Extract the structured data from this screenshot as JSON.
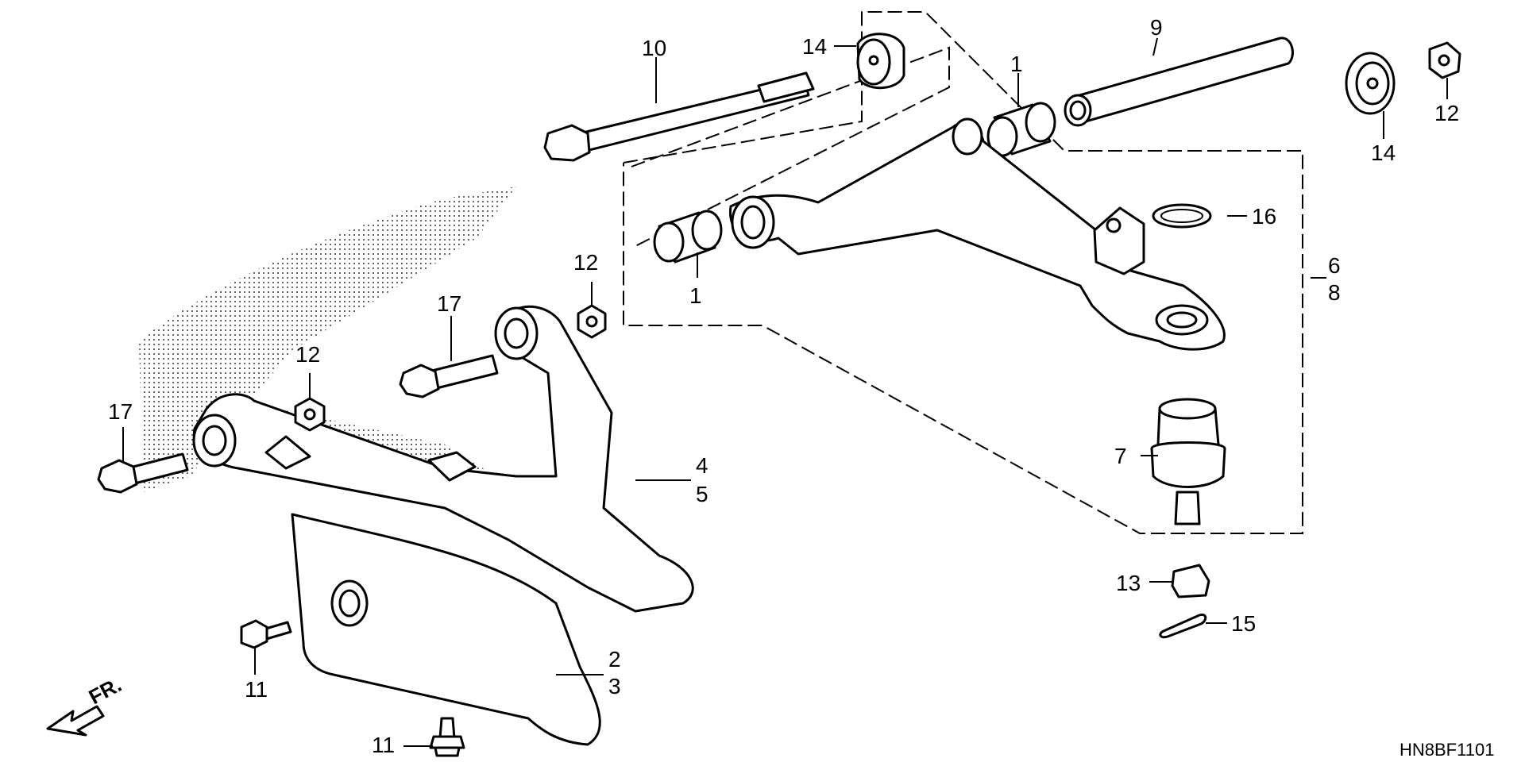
{
  "callouts": {
    "c1a": "1",
    "c1b": "1",
    "c2": "2",
    "c3": "3",
    "c4": "4",
    "c5": "5",
    "c6": "6",
    "c7": "7",
    "c8": "8",
    "c9": "9",
    "c10": "10",
    "c11a": "11",
    "c11b": "11",
    "c12a": "12",
    "c12b": "12",
    "c12c": "12",
    "c13": "13",
    "c14a": "14",
    "c14b": "14",
    "c15": "15",
    "c16": "16",
    "c17a": "17",
    "c17b": "17"
  },
  "direction_label": "FR.",
  "diagram_code": "HN8BF1101"
}
